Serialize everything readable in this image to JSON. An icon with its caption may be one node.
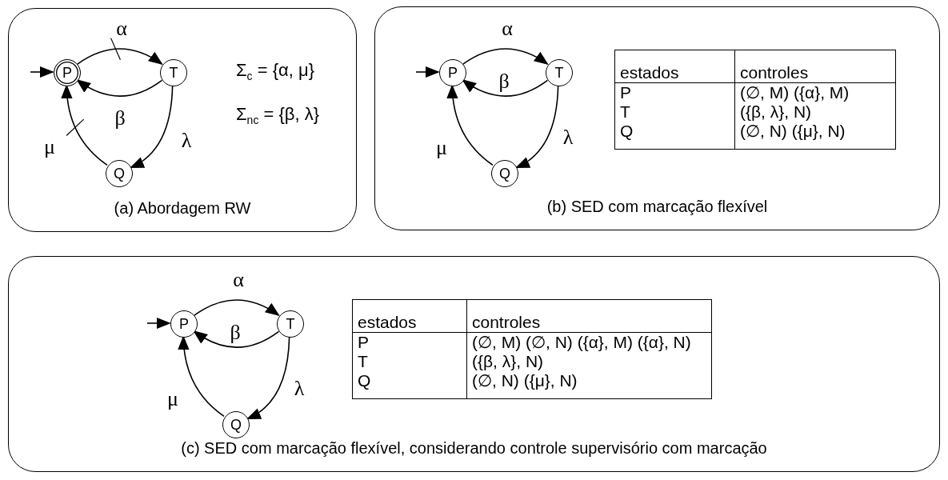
{
  "diagram": {
    "nodes": [
      {
        "text": [
          "(a) Abordagem RW"
        ]
      },
      {
        "text": [
          "P"
        ],
        "in": 0
      },
      {
        "text": [
          "T"
        ],
        "in": 0
      },
      {
        "text": [
          "Q"
        ],
        "in": 0
      },
      {
        "text": [
          "(b) SED com marcação flexível"
        ]
      },
      {
        "text": [
          "P"
        ],
        "in": 4
      },
      {
        "text": [
          "T"
        ],
        "in": 4
      },
      {
        "text": [
          "Q"
        ],
        "in": 4
      },
      {
        "text": [
          "(c) SED com marcação flexível, considerando controle supervisório com marcação"
        ]
      },
      {
        "text": [
          "P"
        ],
        "in": 8
      },
      {
        "text": [
          "T"
        ],
        "in": 8
      },
      {
        "text": [
          "Q"
        ],
        "in": 8
      }
    ],
    "edges": [
      {
        "from": null,
        "to": 1,
        "arrow": "to"
      },
      {
        "from": 1,
        "to": 2,
        "arrow": "to",
        "label": "α"
      },
      {
        "from": 2,
        "to": 1,
        "arrow": "to",
        "label": "β"
      },
      {
        "from": 2,
        "to": 3,
        "arrow": "to",
        "label": "λ"
      },
      {
        "from": 3,
        "to": 1,
        "arrow": "to",
        "label": "μ"
      },
      {
        "from": null,
        "to": 5,
        "arrow": "to"
      },
      {
        "from": 5,
        "to": 6,
        "arrow": "to",
        "label": "α"
      },
      {
        "from": 6,
        "to": 5,
        "arrow": "to",
        "label": "β"
      },
      {
        "from": 6,
        "to": 7,
        "arrow": "to",
        "label": "λ"
      },
      {
        "from": 7,
        "to": 5,
        "arrow": "to",
        "label": "μ"
      },
      {
        "from": null,
        "to": 9,
        "arrow": "to"
      },
      {
        "from": 9,
        "to": 10,
        "arrow": "to",
        "label": "α"
      },
      {
        "from": 10,
        "to": 9,
        "arrow": "to",
        "label": "β"
      },
      {
        "from": 10,
        "to": 11,
        "arrow": "to",
        "label": "λ"
      },
      {
        "from": 11,
        "to": 9,
        "arrow": "to",
        "label": "μ"
      }
    ],
    "labels": [
      "Σ$_{c}$ = {α, μ}",
      "Σ$_{nc}$ = {β, λ}",
      "estados",
      "controles",
      "P",
      "(∅, M) ({α}, M)",
      "T",
      "({β, λ}, N)",
      "Q",
      "(∅, N) ({μ}, N)",
      "estados",
      "controles",
      "P",
      "(∅, M) (∅, N) ({α}, M) ({α}, N)",
      "T",
      "({β, λ}, N)",
      "Q",
      "(∅, N) ({μ}, N)"
    ]
  }
}
